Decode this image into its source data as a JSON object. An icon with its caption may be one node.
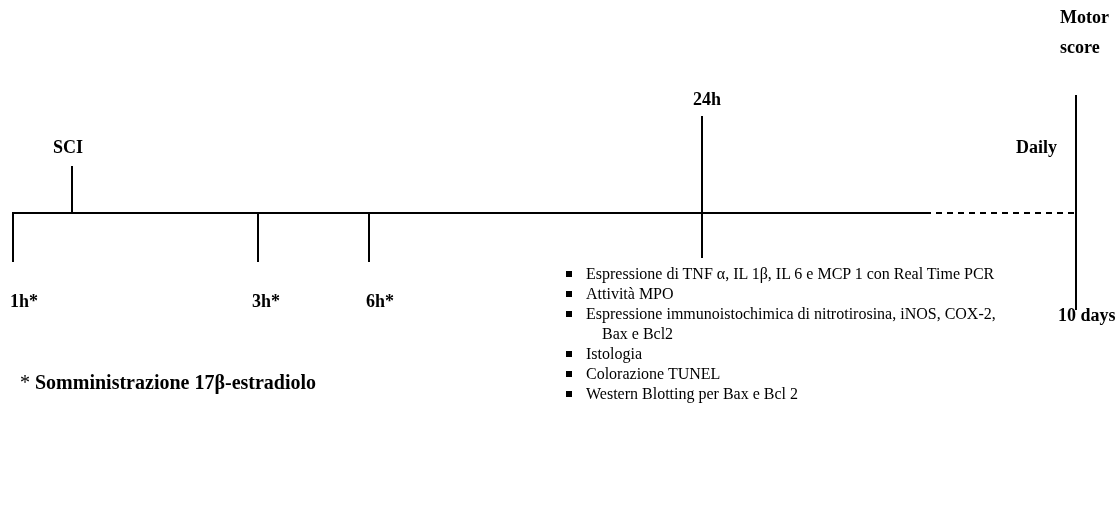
{
  "diagram": {
    "labels": [
      "Motor score",
      "24h",
      "SCI",
      "Daily",
      "1h*",
      "3h*",
      "6h*",
      "10 days",
      "* **Somministrazione 17β-estradiolo**",
      "Espressione di TNF α, IL 1β, IL 6 e MCP 1 con Real Time PCR",
      "Attività MPO",
      "Espressione immunoistochimica di nitrotirosina, iNOS, COX-2, Bax e Bcl2",
      "Istologia",
      "Colorazione TUNEL",
      "Western Blotting per Bax e Bcl 2"
    ]
  }
}
